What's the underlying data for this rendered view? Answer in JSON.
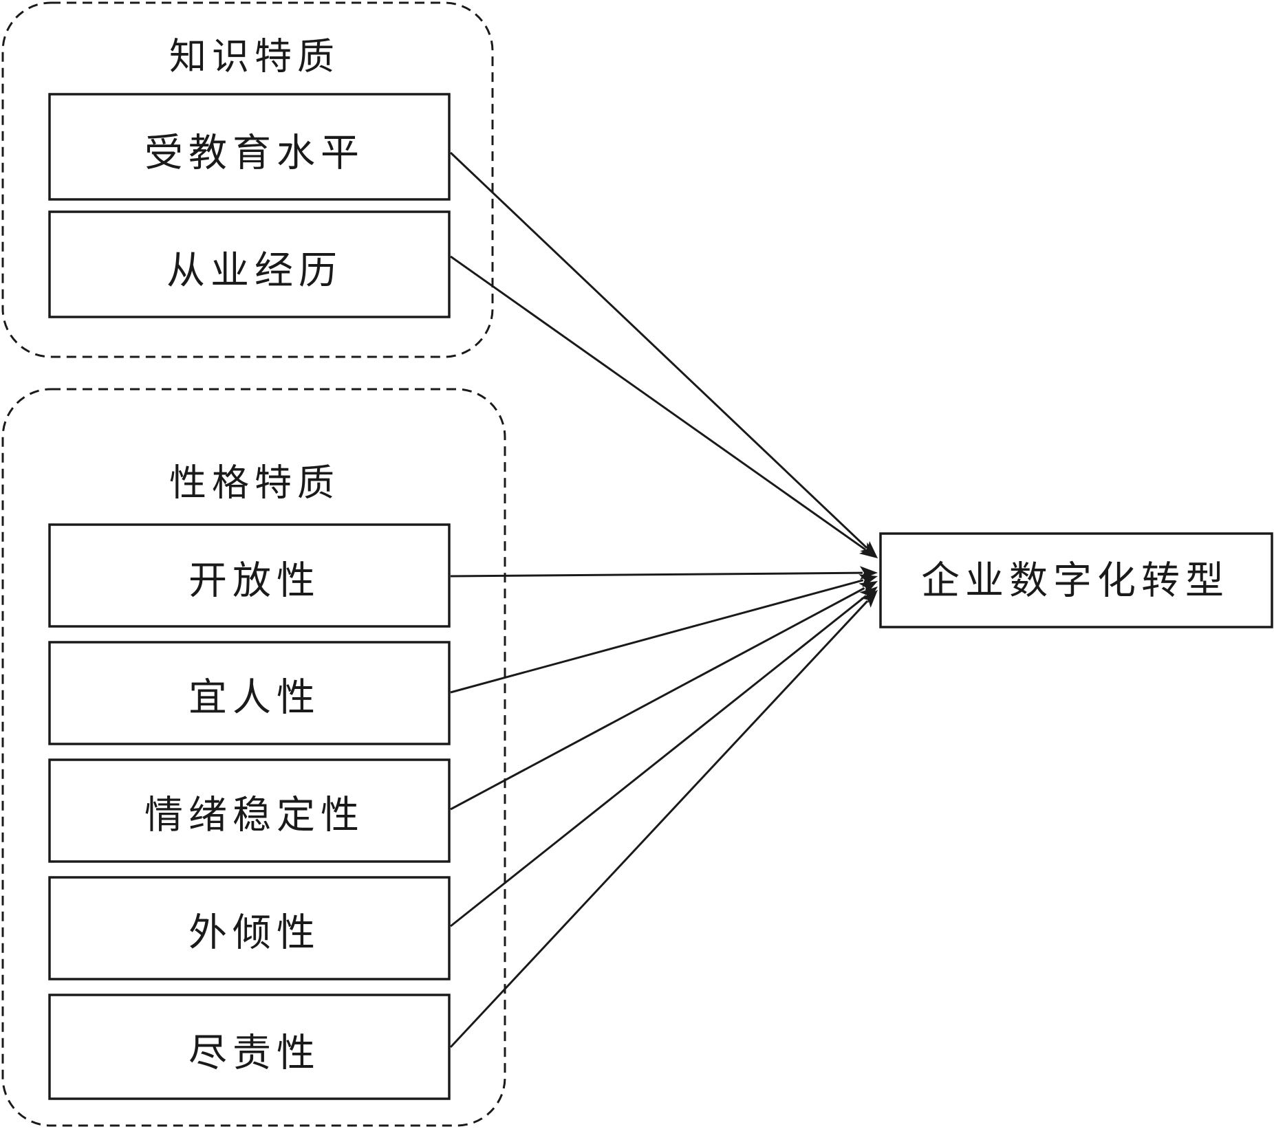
{
  "groups": {
    "knowledge": {
      "title": "知识特质",
      "items": [
        "受教育水平",
        "从业经历"
      ]
    },
    "personality": {
      "title": "性格特质",
      "items": [
        "开放性",
        "宜人性",
        "情绪稳定性",
        "外倾性",
        "尽责性"
      ]
    }
  },
  "target": {
    "label": "企业数字化转型"
  }
}
